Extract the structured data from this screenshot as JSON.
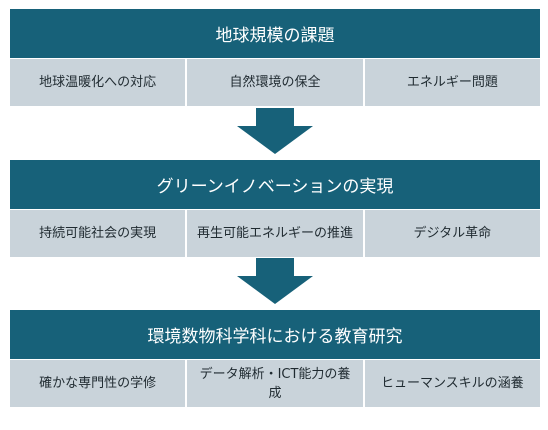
{
  "colors": {
    "header_bg": "#176179",
    "row_bg": "#c9d3da",
    "arrow": "#176179"
  },
  "sections": [
    {
      "title": "地球規模の課題",
      "items": [
        "地球温暖化への対応",
        "自然環境の保全",
        "エネルギー問題"
      ]
    },
    {
      "title": "グリーンイノベーションの実現",
      "items": [
        "持続可能社会の実現",
        "再生可能エネルギーの推進",
        "デジタル革命"
      ]
    },
    {
      "title": "環境数物科学科における教育研究",
      "items": [
        "確かな専門性の学修",
        "データ解析・ICT能力の養成",
        "ヒューマンスキルの涵養"
      ]
    }
  ]
}
